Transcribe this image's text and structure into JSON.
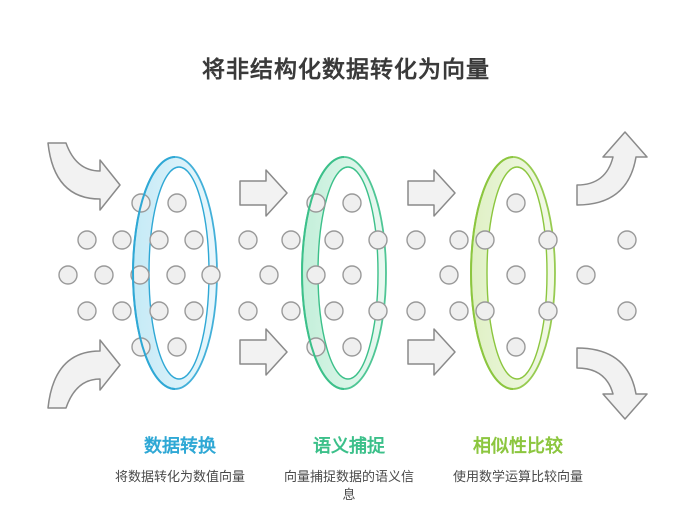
{
  "title": "将非结构化数据转化为向量",
  "colors": {
    "stage1": "#2fa8d5",
    "stage2": "#3cc08a",
    "stage3": "#8cc63f",
    "arrow_fill": "#f2f2f2",
    "arrow_stroke": "#8a8a8a",
    "dot_fill": "#efefef",
    "dot_stroke": "#9a9a9a"
  },
  "stages": [
    {
      "title": "数据转换",
      "desc": "将数据转化为数值向量",
      "color": "#2fa8d5"
    },
    {
      "title": "语义捕捉",
      "desc": "向量捕捉数据的语义信息",
      "color": "#3cc08a"
    },
    {
      "title": "相似性比较",
      "desc": "使用数学运算比较向量",
      "color": "#8cc63f"
    }
  ],
  "icons": {
    "input_arrows": "curved-input-arrow-icon",
    "flow_arrows": "right-arrow-icon",
    "output_arrows": "curved-output-arrow-icon",
    "rings": "filter-ring-icon"
  }
}
